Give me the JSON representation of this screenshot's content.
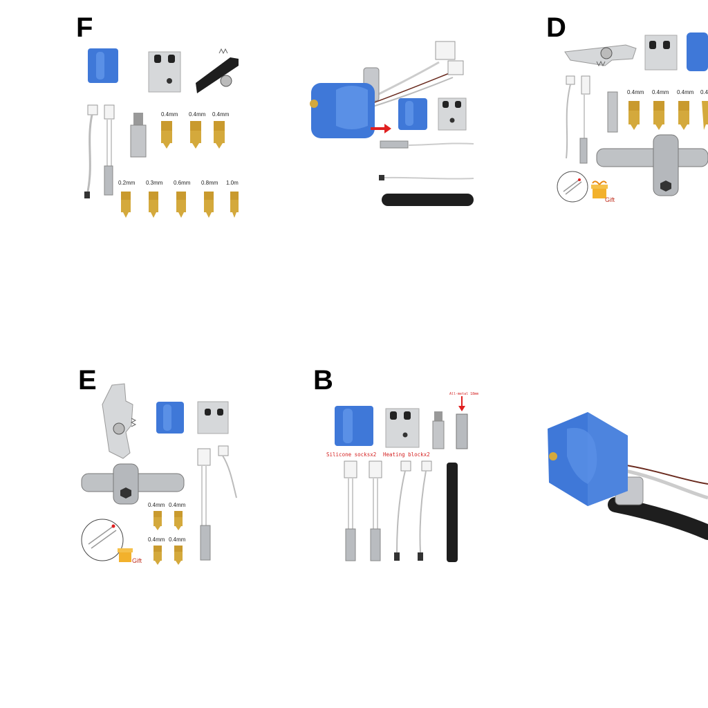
{
  "colors": {
    "silicone": "#3f78d8",
    "aluminium": "#d6d8da",
    "brass": "#d4a93c",
    "steel": "#b9bcc0",
    "arrow": "#e02020"
  },
  "panel_f": {
    "letter": "F",
    "top_sizes": [
      "0.4mm",
      "0.4mm",
      "0.4mm"
    ],
    "bottom_sizes": [
      "0.2mm",
      "0.3mm",
      "0.6mm",
      "0.8mm",
      "1.0m"
    ]
  },
  "panel_d": {
    "letter": "D",
    "sizes": [
      "0.4mm",
      "0.4mm",
      "0.4mm",
      "0.4"
    ],
    "gift": "Gift"
  },
  "panel_e": {
    "letter": "E",
    "sizes": [
      "0.4mm",
      "0.4mm",
      "0.4mm",
      "0.4mm"
    ],
    "gift": "Gift"
  },
  "panel_b": {
    "letter": "B",
    "socks_label": "Silicone socksx2",
    "block_label": "Heating blockx2",
    "throat_note": "All-metal 18mm"
  }
}
